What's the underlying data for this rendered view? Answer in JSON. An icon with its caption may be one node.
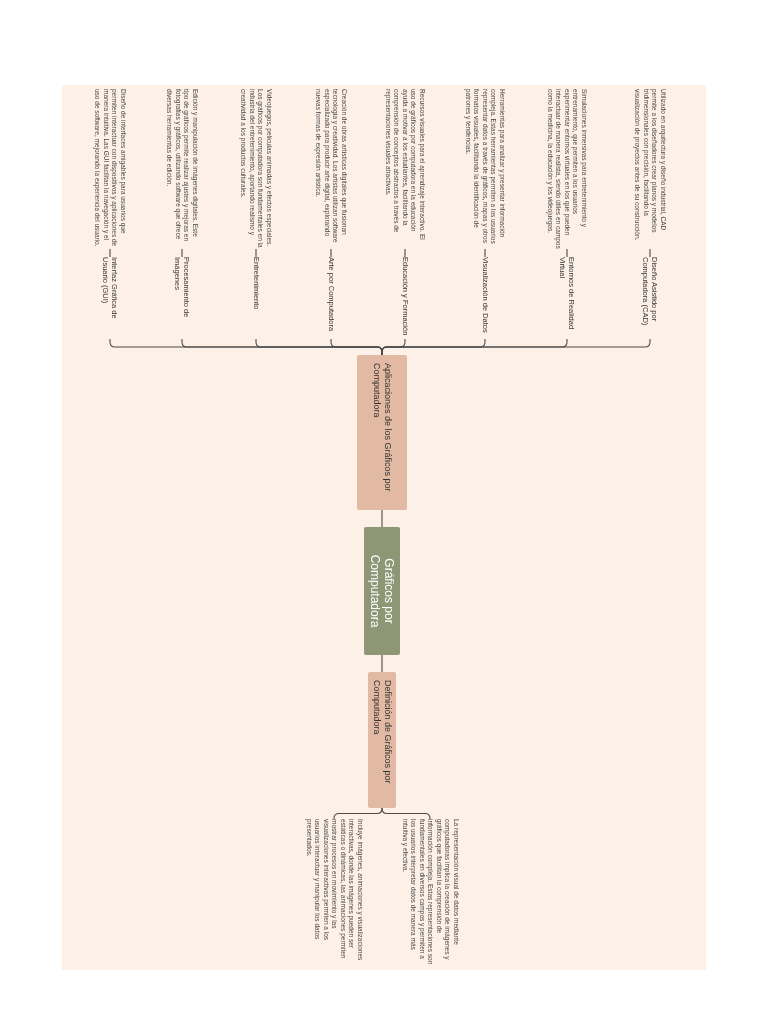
{
  "diagram": {
    "nodes": [
      {
        "text": [
          "Gráficos por Computadora"
        ]
      },
      {
        "text": [
          "Aplicaciones de los Gráficos por Computadora"
        ]
      },
      {
        "text": [
          "Definición de Gráficos por Computadora"
        ]
      },
      {
        "text": [
          "Diseño Asistido por Computadora (CAD)"
        ]
      },
      {
        "text": [
          "Utilizado en arquitectura y diseño industrial, CAD permite a los diseñadores crear planos y modelos tridimensionales con precisión, facilitando la visualización de proyectos antes de su construcción."
        ]
      },
      {
        "text": [
          "Entornos de Realidad Virtual"
        ]
      },
      {
        "text": [
          "Simulaciones inmersivas para entretenimiento y entrenamiento, que permiten a los usuarios experimentar entornos virtuales en los que pueden interactuar de manera realista, siendo útiles en campos como la medicina, la educación y los videojuegos."
        ]
      },
      {
        "text": [
          "Visualización de Datos"
        ]
      },
      {
        "text": [
          "Herramientas para analizar y presentar información compleja. Estas herramientas permiten a los usuarios representar datos a través de gráficos, mapas y otros formatos visuales, facilitando la identificación de patrones y tendencias."
        ]
      },
      {
        "text": [
          "Educación y Formación"
        ]
      },
      {
        "text": [
          "Recursos visuales para el aprendizaje interactivo. El uso de gráficos por computadora en la educación ayuda a motivar a los estudiantes, facilitando la comprensión de conceptos abstractos a través de representaciones visuales atractivas."
        ]
      },
      {
        "text": [
          "Arte por Computadora"
        ]
      },
      {
        "text": [
          "Creación de obras artísticas digitales que fusionan tecnología y creatividad. Los artistas utilizan software especializado para producir arte digital, explorando nuevas formas de expresión artística."
        ]
      },
      {
        "text": [
          "Entretenimiento"
        ]
      },
      {
        "text": [
          "Videojuegos, películas animadas y efectos especiales. Los gráficos por computadora son fundamentales en la industria del entretenimiento, aportando realismo y creatividad a los productos culturales."
        ]
      },
      {
        "text": [
          "Procesamiento de Imágenes"
        ]
      },
      {
        "text": [
          "Edición y manipulación de imágenes digitales. Este tipo de gráficos permite realizar ajustes y mejoras en fotografías y gráficos, utilizando software que ofrece diversas herramientas de edición."
        ]
      },
      {
        "text": [
          "Interfaz Gráfica de Usuario (GUI)"
        ]
      },
      {
        "text": [
          "Diseño de interfaces amigables para usuarios que permiten interactuar con dispositivos y aplicaciones de manera intuitiva. Las GUI facilitan la navegación y el uso de software, mejorando la experiencia del usuario."
        ]
      },
      {
        "text": [
          "La representación visual de datos mediante computadoras implica la creación de imágenes y gráficos que facilitan la comprensión de información compleja. Estas representaciones son fundamentales en diversos campos y permiten a los usuarios interpretar datos de manera más intuitiva y efectiva."
        ]
      },
      {
        "text": [
          "Incluye imágenes, animaciones y visualizaciones interactivas, donde las imágenes pueden ser estáticas o dinámicas, las animaciones permiten mostrar procesos en movimiento y las visualizaciones interactivas permiten a los usuarios interactuar y manipular los datos presentados."
        ]
      }
    ],
    "edges": [
      {
        "from": 0,
        "to": 1,
        "arrow": "none"
      },
      {
        "from": 0,
        "to": 2,
        "arrow": "none"
      },
      {
        "from": 1,
        "to": 3,
        "arrow": "none"
      },
      {
        "from": 3,
        "to": 4,
        "arrow": "none"
      },
      {
        "from": 1,
        "to": 5,
        "arrow": "none"
      },
      {
        "from": 5,
        "to": 6,
        "arrow": "none"
      },
      {
        "from": 1,
        "to": 7,
        "arrow": "none"
      },
      {
        "from": 7,
        "to": 8,
        "arrow": "none"
      },
      {
        "from": 1,
        "to": 9,
        "arrow": "none"
      },
      {
        "from": 9,
        "to": 10,
        "arrow": "none"
      },
      {
        "from": 1,
        "to": 11,
        "arrow": "none"
      },
      {
        "from": 11,
        "to": 12,
        "arrow": "none"
      },
      {
        "from": 1,
        "to": 13,
        "arrow": "none"
      },
      {
        "from": 13,
        "to": 14,
        "arrow": "none"
      },
      {
        "from": 1,
        "to": 15,
        "arrow": "none"
      },
      {
        "from": 15,
        "to": 16,
        "arrow": "none"
      },
      {
        "from": 1,
        "to": 17,
        "arrow": "none"
      },
      {
        "from": 17,
        "to": 18,
        "arrow": "none"
      },
      {
        "from": 2,
        "to": 19,
        "arrow": "none"
      },
      {
        "from": 2,
        "to": 20,
        "arrow": "none"
      }
    ]
  }
}
